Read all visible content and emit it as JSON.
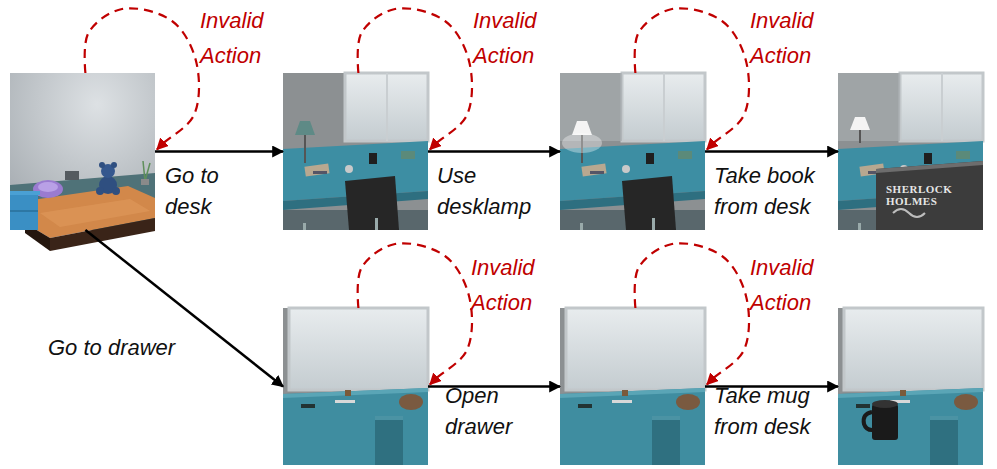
{
  "diagram": {
    "nodes": [
      {
        "text": []
      },
      {
        "text": []
      },
      {
        "text": []
      },
      {
        "text": [
          "SHERLOCK HOLMES"
        ]
      },
      {
        "text": []
      },
      {
        "text": []
      },
      {
        "text": []
      }
    ],
    "edges": [
      {
        "from": 0,
        "to": 0,
        "label": "Invalid Action",
        "arrow": "to"
      },
      {
        "from": 0,
        "to": 1,
        "label": "Go to desk",
        "arrow": "to"
      },
      {
        "from": 1,
        "to": 1,
        "label": "Invalid Action",
        "arrow": "to"
      },
      {
        "from": 1,
        "to": 2,
        "label": "Use desklamp",
        "arrow": "to"
      },
      {
        "from": 2,
        "to": 2,
        "label": "Invalid Action",
        "arrow": "to"
      },
      {
        "from": 2,
        "to": 3,
        "label": "Take book from desk",
        "arrow": "to"
      },
      {
        "from": 0,
        "to": 4,
        "label": "Go to drawer",
        "arrow": "to"
      },
      {
        "from": 4,
        "to": 4,
        "label": "Invalid Action",
        "arrow": "to"
      },
      {
        "from": 4,
        "to": 5,
        "label": "Open drawer",
        "arrow": "to"
      },
      {
        "from": 5,
        "to": 5,
        "label": "Invalid Action",
        "arrow": "to"
      },
      {
        "from": 5,
        "to": 6,
        "label": "Take mug from desk",
        "arrow": "to"
      }
    ]
  }
}
